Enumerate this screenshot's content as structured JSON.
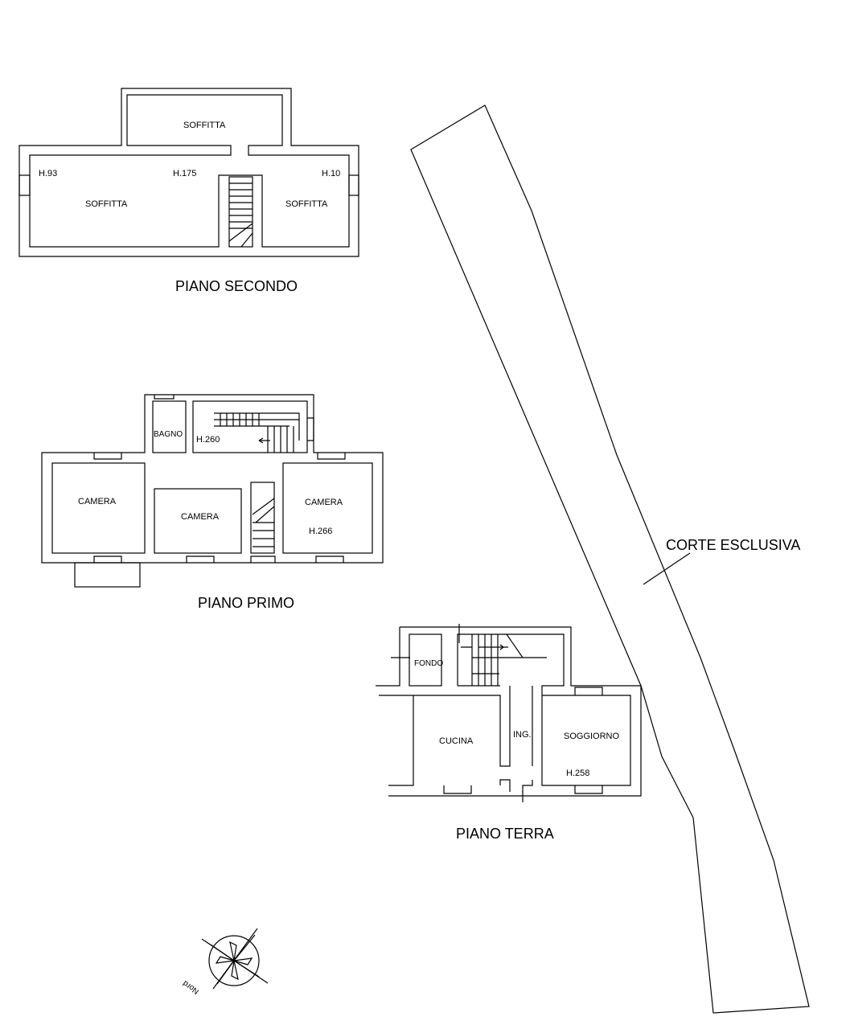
{
  "piano_secondo": {
    "title": "PIANO SECONDO",
    "rooms": [
      "SOFFITTA",
      "SOFFITTA",
      "SOFFITTA"
    ],
    "heights": [
      "H.93",
      "H.175",
      "H.10"
    ]
  },
  "piano_primo": {
    "title": "PIANO PRIMO",
    "rooms": [
      "BAGNO",
      "CAMERA",
      "CAMERA",
      "CAMERA"
    ],
    "heights": [
      "H.260",
      "H.266"
    ]
  },
  "piano_terra": {
    "title": "PIANO TERRA",
    "rooms": [
      "FONDO",
      "CUCINA",
      "ING.",
      "SOGGIORNO"
    ],
    "heights": [
      "H.258"
    ]
  },
  "corte": {
    "label": "CORTE ESCLUSIVA"
  },
  "compass": {
    "label": "Nord"
  }
}
